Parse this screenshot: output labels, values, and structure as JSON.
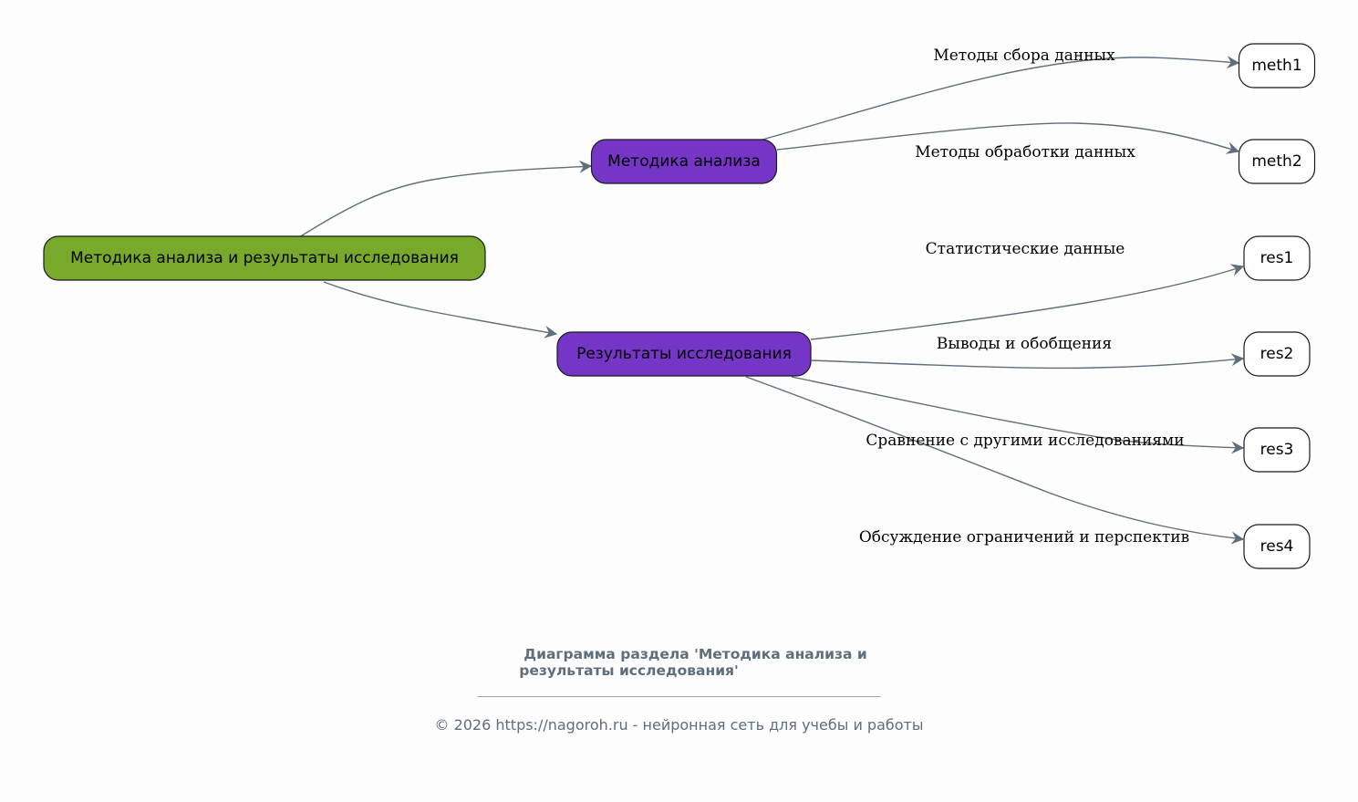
{
  "colors": {
    "root_fill": "#78a92b",
    "branch_fill": "#7535c6",
    "leaf_fill": "#ffffff",
    "edge": "#5f6e7c",
    "caption": "#5f6e7c",
    "background": "#fdfdfd"
  },
  "nodes": [
    {
      "id": "root",
      "label": "Методика анализа и результаты исследования",
      "kind": "root"
    },
    {
      "id": "method",
      "label": "Методика анализа",
      "kind": "branch"
    },
    {
      "id": "results",
      "label": "Результаты исследования",
      "kind": "branch"
    },
    {
      "id": "meth1",
      "label": "meth1",
      "kind": "leaf"
    },
    {
      "id": "meth2",
      "label": "meth2",
      "kind": "leaf"
    },
    {
      "id": "res1",
      "label": "res1",
      "kind": "leaf"
    },
    {
      "id": "res2",
      "label": "res2",
      "kind": "leaf"
    },
    {
      "id": "res3",
      "label": "res3",
      "kind": "leaf"
    },
    {
      "id": "res4",
      "label": "res4",
      "kind": "leaf"
    }
  ],
  "edges": [
    {
      "from": "root",
      "to": "method",
      "label": ""
    },
    {
      "from": "root",
      "to": "results",
      "label": ""
    },
    {
      "from": "method",
      "to": "meth1",
      "label": "Методы сбора данных"
    },
    {
      "from": "method",
      "to": "meth2",
      "label": "Методы обработки данных"
    },
    {
      "from": "results",
      "to": "res1",
      "label": "Статистические данные"
    },
    {
      "from": "results",
      "to": "res2",
      "label": "Выводы и обобщения"
    },
    {
      "from": "results",
      "to": "res3",
      "label": "Сравнение с другими исследованиями"
    },
    {
      "from": "results",
      "to": "res4",
      "label": "Обсуждение ограничений и перспектив"
    }
  ],
  "caption": {
    "title_line1": "Диаграмма раздела 'Методика анализа и",
    "title_line2": "результаты исследования'",
    "separator": "________________________________________________",
    "footer": "© 2026 https://nagoroh.ru - нейронная сеть для учебы и работы"
  }
}
